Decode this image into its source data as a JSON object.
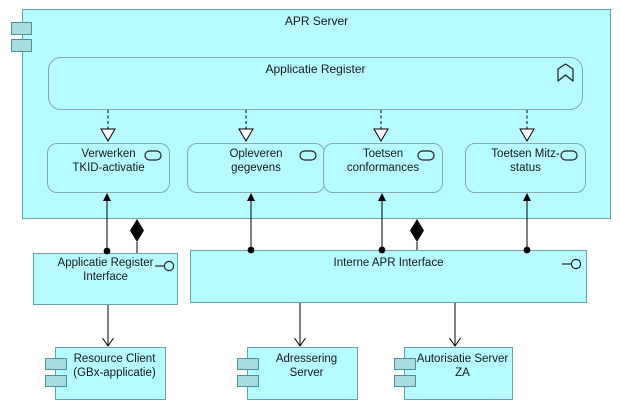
{
  "colors": {
    "fill": "#b5fbff",
    "fill_dark": "#a8dcdf",
    "border": "#68a2a8",
    "border_soft": "#8aa7ad",
    "border_dark": "#4e8f96",
    "line": "#000000",
    "text": "#14181c"
  },
  "nodes": {
    "apr_server": {
      "label": "APR Server",
      "type": "application-component"
    },
    "applicatie_register": {
      "label": "Applicatie Register",
      "type": "application-function"
    },
    "verwerken": {
      "label": "Verwerken\nTKID-activatie",
      "type": "application-service"
    },
    "opleveren": {
      "label": "Opleveren\ngegevens",
      "type": "application-service"
    },
    "toetsen_conformances": {
      "label": "Toetsen\nconformances",
      "type": "application-service"
    },
    "toetsen_mitz": {
      "label": "Toetsen Mitz-\nstatus",
      "type": "application-service"
    },
    "ar_interface": {
      "label": "Applicatie Register\nInterface",
      "type": "application-interface"
    },
    "interne_interface": {
      "label": "Interne APR Interface",
      "type": "application-interface"
    },
    "resource_client": {
      "label": "Resource Client\n(GBx-applicatie)",
      "type": "application-component"
    },
    "adressering_server": {
      "label": "Adressering\nServer",
      "type": "application-component"
    },
    "autorisatie_server": {
      "label": "Autorisatie Server\nZA",
      "type": "application-component"
    }
  },
  "icons": {
    "component": "component-tabs-icon",
    "function": "function-chevron-icon",
    "service": "service-rounded-icon",
    "interface": "interface-ball-icon"
  },
  "relationships": [
    {
      "type": "realization",
      "from": "applicatie_register",
      "to": "verwerken"
    },
    {
      "type": "realization",
      "from": "applicatie_register",
      "to": "opleveren"
    },
    {
      "type": "realization",
      "from": "applicatie_register",
      "to": "toetsen_conformances"
    },
    {
      "type": "realization",
      "from": "applicatie_register",
      "to": "toetsen_mitz"
    },
    {
      "type": "assignment",
      "from": "ar_interface",
      "to": "verwerken"
    },
    {
      "type": "assignment",
      "from": "interne_interface",
      "to": "opleveren"
    },
    {
      "type": "assignment",
      "from": "interne_interface",
      "to": "toetsen_conformances"
    },
    {
      "type": "assignment",
      "from": "interne_interface",
      "to": "toetsen_mitz"
    },
    {
      "type": "composition",
      "from": "apr_server",
      "to": "ar_interface"
    },
    {
      "type": "composition",
      "from": "apr_server",
      "to": "interne_interface"
    },
    {
      "type": "serving",
      "from": "ar_interface",
      "to": "resource_client"
    },
    {
      "type": "serving",
      "from": "interne_interface",
      "to": "adressering_server"
    },
    {
      "type": "serving",
      "from": "interne_interface",
      "to": "autorisatie_server"
    }
  ]
}
